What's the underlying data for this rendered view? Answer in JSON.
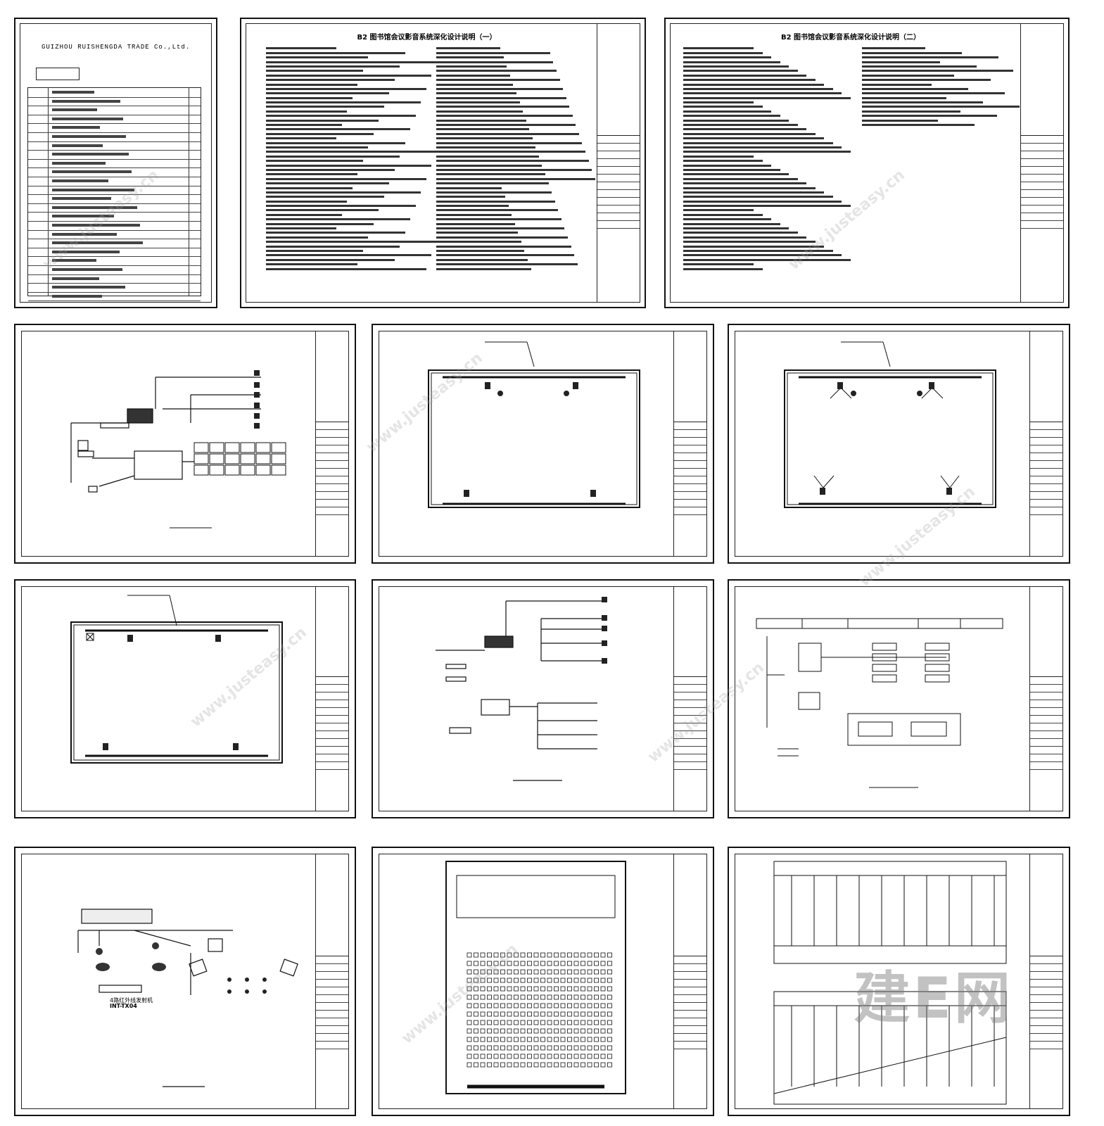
{
  "page": {
    "watermark_site": "www.justeasy.cn",
    "watermark_brand": "建E网"
  },
  "sheet1": {
    "company": "GUIZHOU RUISHENGDA TRADE Co.,Ltd.",
    "index_rows": 24
  },
  "sheet2": {
    "heading": "B2 图书馆会议影音系统深化设计说明（一）"
  },
  "sheet3": {
    "heading": "B2 图书馆会议影音系统深化设计说明（二）"
  },
  "sheet13": {
    "device_label": "4路红外线发射机",
    "device_model": "INT-TX04"
  }
}
